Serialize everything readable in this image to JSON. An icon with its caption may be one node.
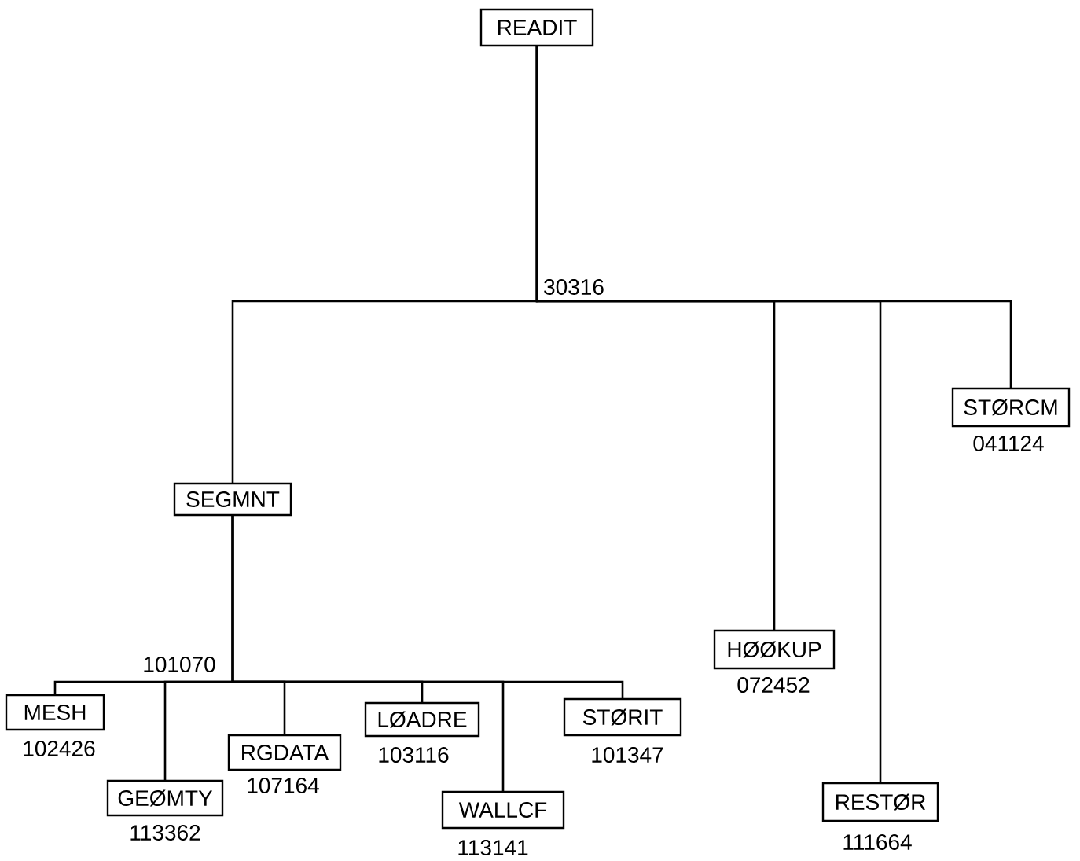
{
  "diagram": {
    "nodes": [
      {
        "text": [
          "READIT"
        ]
      },
      {
        "text": [
          "SEGMNT"
        ]
      },
      {
        "text": [
          "MESH"
        ],
        "beside": [
          "102426"
        ]
      },
      {
        "text": [
          "GEØMTY"
        ],
        "beside": [
          "113362"
        ]
      },
      {
        "text": [
          "RGDATA"
        ],
        "beside": [
          "107164"
        ]
      },
      {
        "text": [
          "LØADRE"
        ],
        "beside": [
          "103116"
        ]
      },
      {
        "text": [
          "WALLCF"
        ],
        "beside": [
          "113141"
        ]
      },
      {
        "text": [
          "STØRIT"
        ],
        "beside": [
          "101347"
        ]
      },
      {
        "text": [
          "HØØKUP"
        ],
        "beside": [
          "072452"
        ]
      },
      {
        "text": [
          "RESTØR"
        ],
        "beside": [
          "111664"
        ]
      },
      {
        "text": [
          "STØRCM"
        ],
        "beside": [
          "041124"
        ]
      }
    ],
    "edges": [
      {
        "from": 0,
        "to": 1,
        "arrow": "none"
      },
      {
        "from": 0,
        "to": 8,
        "arrow": "none"
      },
      {
        "from": 0,
        "to": 9,
        "arrow": "none"
      },
      {
        "from": 0,
        "to": 10,
        "arrow": "none"
      },
      {
        "from": 1,
        "to": 2,
        "arrow": "none"
      },
      {
        "from": 1,
        "to": 3,
        "arrow": "none"
      },
      {
        "from": 1,
        "to": 4,
        "arrow": "none"
      },
      {
        "from": 1,
        "to": 5,
        "arrow": "none"
      },
      {
        "from": 1,
        "to": 6,
        "arrow": "none"
      },
      {
        "from": 1,
        "to": 7,
        "arrow": "none"
      }
    ],
    "labels": [
      "30316",
      "101070"
    ]
  }
}
